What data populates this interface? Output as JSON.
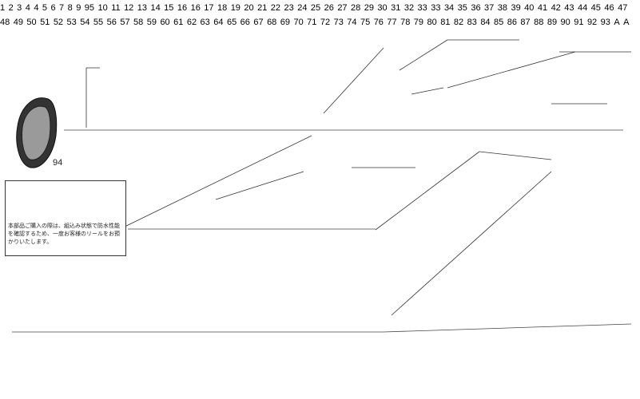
{
  "diagram": {
    "note_text": "本部品ご購入の際は、組込み状態で防水性能を確認するため、一度お客様のリールをお預かりいたします。",
    "labels": {
      "l1": "1",
      "l2": "2",
      "l3": "3",
      "l4a": "4",
      "l4b": "4",
      "l5": "5",
      "l6": "6",
      "l7": "7",
      "l8": "8",
      "l9": "9",
      "l95": "95",
      "l10": "10",
      "l11": "11",
      "l12": "12",
      "l13": "13",
      "l14": "14",
      "l15": "15",
      "l16a": "16",
      "l16b": "16",
      "l17": "17",
      "l18": "18",
      "l19": "19",
      "l20": "20",
      "l21": "21",
      "l22": "22",
      "l23": "23",
      "l24": "24",
      "l25": "25",
      "l26": "26",
      "l27": "27",
      "l28": "28",
      "l29": "29",
      "l30": "30",
      "l31": "31",
      "l32": "32",
      "l33a": "33",
      "l33b": "33",
      "l34": "34",
      "l35": "35",
      "l36": "36",
      "l37": "37",
      "l38": "38",
      "l39": "39",
      "l40": "40",
      "l41": "41",
      "l42": "42",
      "l43": "43",
      "l44": "44",
      "l45": "45",
      "l46": "46",
      "l47": "47",
      "l48": "48",
      "l49": "49",
      "l50": "50",
      "l51": "51",
      "l52": "52",
      "l53": "53",
      "l54": "54",
      "l55": "55",
      "l56": "56",
      "l57": "57",
      "l58": "58",
      "l59": "59",
      "l60": "60",
      "l61": "61",
      "l62": "62",
      "l63": "63",
      "l64": "64",
      "l65": "65",
      "l66": "66",
      "l67": "67",
      "l68": "68",
      "l69": "69",
      "l70": "70",
      "l71": "71",
      "l72": "72",
      "l73": "73",
      "l74": "74",
      "l75": "75",
      "l76": "76",
      "l77": "77",
      "l78": "78",
      "l79": "79",
      "l80": "80",
      "l81": "81",
      "l82": "82",
      "l83": "83",
      "l84": "84",
      "l85": "85",
      "l86": "86",
      "l87": "87",
      "l88": "88",
      "l89": "89",
      "l90": "90",
      "l91": "91",
      "l92": "92",
      "l93": "93",
      "l94": "94",
      "refA1": "A",
      "refA2": "A"
    }
  }
}
